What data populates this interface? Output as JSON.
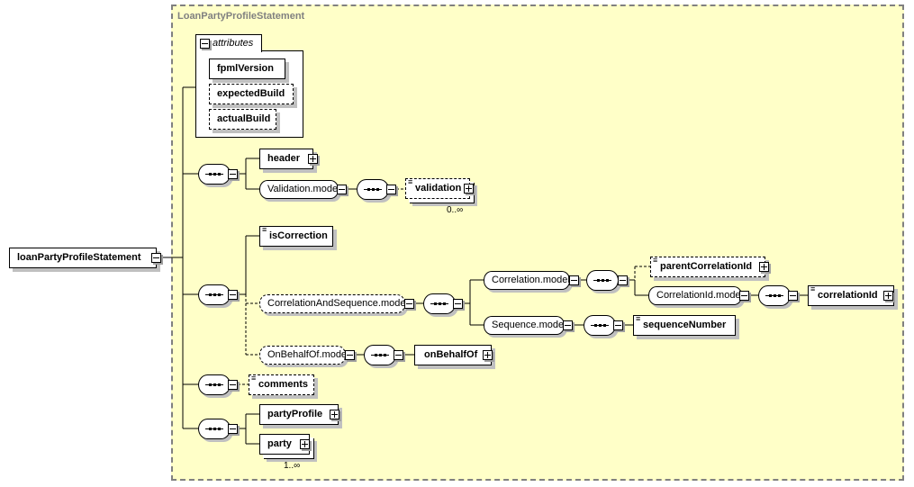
{
  "diagram": {
    "complex_type": "LoanPartyProfileStatement",
    "root_element": "loanPartyProfileStatement",
    "attributes": {
      "label": "attributes",
      "items": [
        {
          "name": "fpmlVersion",
          "optional": false
        },
        {
          "name": "expectedBuild",
          "optional": true
        },
        {
          "name": "actualBuild",
          "optional": true
        }
      ]
    },
    "nodes": {
      "header": "header",
      "validation_model": "Validation.model",
      "validation": "validation",
      "validation_card": "0..∞",
      "isCorrection": "isCorrection",
      "correlation_and_sequence_model": "CorrelationAndSequence.model",
      "correlation_model": "Correlation.model",
      "parentCorrelationId": "parentCorrelationId",
      "correlationId_model": "CorrelationId.model",
      "correlationId": "correlationId",
      "sequence_model": "Sequence.model",
      "sequenceNumber": "sequenceNumber",
      "onBehalfOf_model": "OnBehalfOf.model",
      "onBehalfOf": "onBehalfOf",
      "comments": "comments",
      "partyProfile": "partyProfile",
      "party": "party",
      "party_card": "1..∞"
    },
    "icons": {
      "sequence": "sequence-compositor-icon",
      "collapse": "minus-toggle-icon",
      "expand": "plus-toggle-icon",
      "simple_type": "simple-content-icon"
    }
  }
}
